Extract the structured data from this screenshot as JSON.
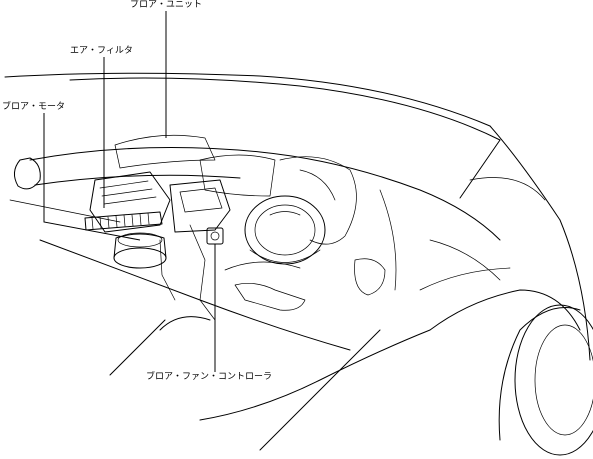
{
  "labels": {
    "blower_unit": "ブロア・ユニット",
    "air_filter": "エア・フィルタ",
    "blower_motor": "ブロア・モータ",
    "blower_fan_controller": "ブロア・ファン・コントローラ"
  },
  "colors": {
    "ink": "#000000",
    "background": "#ffffff"
  }
}
